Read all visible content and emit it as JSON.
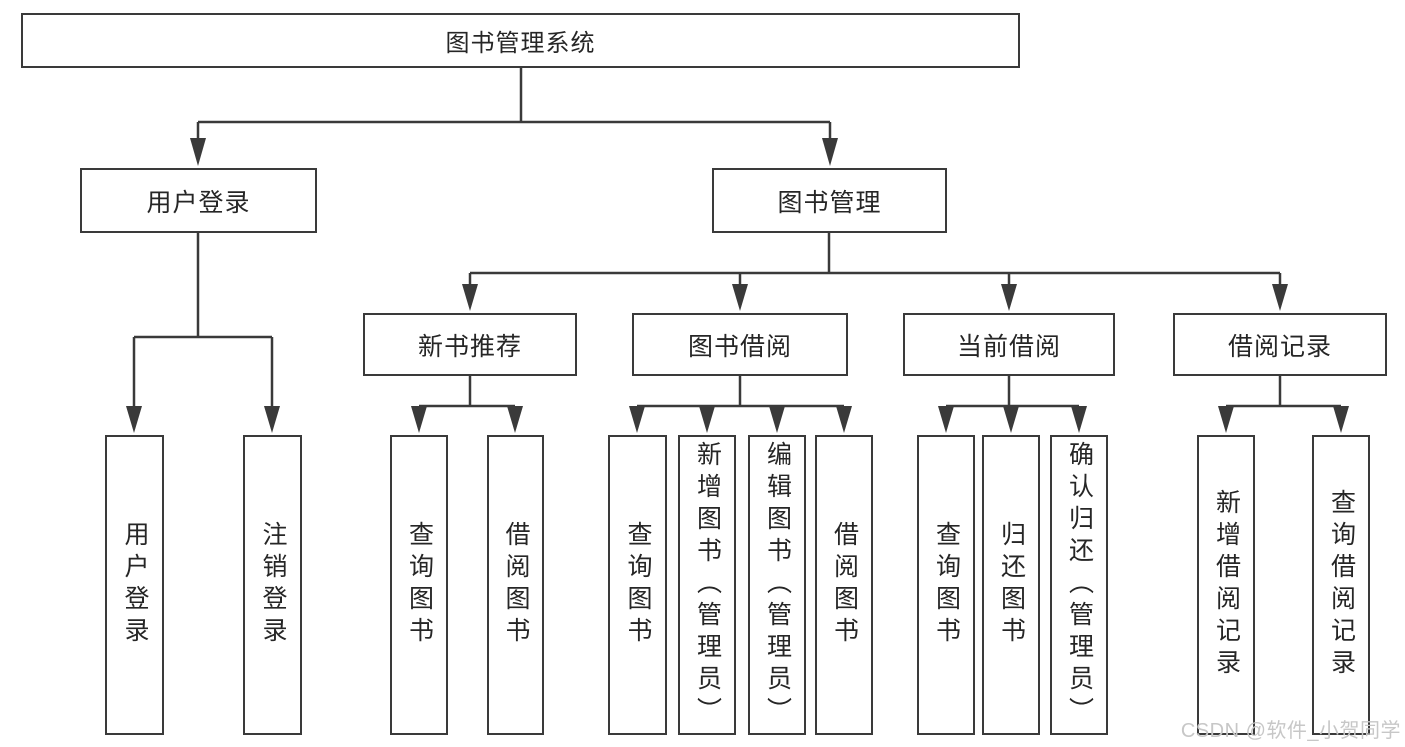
{
  "diagram": {
    "root": {
      "label": "图书管理系统"
    },
    "level2": [
      {
        "label": "用户登录"
      },
      {
        "label": "图书管理"
      }
    ],
    "level3": [
      {
        "label": "新书推荐"
      },
      {
        "label": "图书借阅"
      },
      {
        "label": "当前借阅"
      },
      {
        "label": "借阅记录"
      }
    ],
    "leaf_groups": [
      {
        "parent": "用户登录",
        "items": [
          {
            "label": "用户登录"
          },
          {
            "label": "注销登录"
          }
        ]
      },
      {
        "parent": "新书推荐",
        "items": [
          {
            "label": "查询图书"
          },
          {
            "label": "借阅图书"
          }
        ]
      },
      {
        "parent": "图书借阅",
        "items": [
          {
            "label": "查询图书"
          },
          {
            "label": "新增图书（管理员）"
          },
          {
            "label": "编辑图书（管理员）"
          },
          {
            "label": "借阅图书"
          }
        ]
      },
      {
        "parent": "当前借阅",
        "items": [
          {
            "label": "查询图书"
          },
          {
            "label": "归还图书"
          },
          {
            "label": "确认归还（管理员）"
          }
        ]
      },
      {
        "parent": "借阅记录",
        "items": [
          {
            "label": "新增借阅记录"
          },
          {
            "label": "查询借阅记录"
          }
        ]
      }
    ]
  },
  "watermark": {
    "text": "CSDN @软件_小贺同学"
  },
  "colors": {
    "line": "#3a3a3a",
    "box_border": "#3a3a3a",
    "text": "#262626",
    "watermark": "#c7c7c7",
    "background": "#ffffff"
  }
}
